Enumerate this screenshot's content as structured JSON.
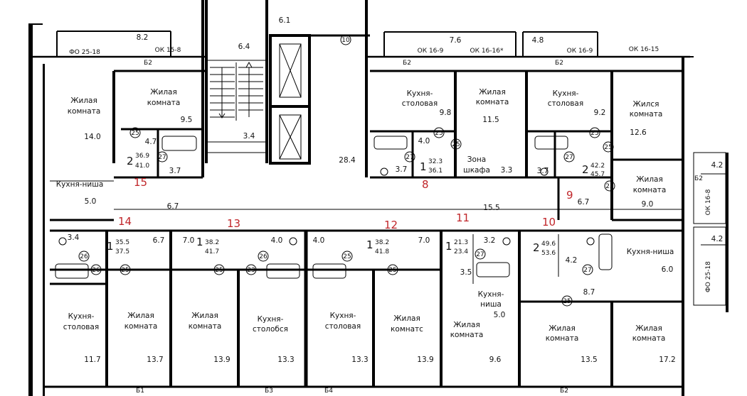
{
  "plan": {
    "room_labels": [
      {
        "id": "r1a",
        "text": "Жилая"
      },
      {
        "id": "r1b",
        "text": "комната"
      },
      {
        "id": "r1c",
        "text": "14.0"
      },
      {
        "id": "r2a",
        "text": "Жилая"
      },
      {
        "id": "r2b",
        "text": "комната"
      },
      {
        "id": "r2c",
        "text": "9.5"
      },
      {
        "id": "r3a",
        "text": "Кухня-ниша"
      },
      {
        "id": "r3b",
        "text": "5.0"
      },
      {
        "id": "r4a",
        "text": "Кухня-"
      },
      {
        "id": "r4b",
        "text": "столовая"
      },
      {
        "id": "r4c",
        "text": "9.8"
      },
      {
        "id": "r5a",
        "text": "Жилая"
      },
      {
        "id": "r5b",
        "text": "комната"
      },
      {
        "id": "r5c",
        "text": "11.5"
      },
      {
        "id": "r6a",
        "text": "Зона"
      },
      {
        "id": "r6b",
        "text": "шкафа"
      },
      {
        "id": "r6c",
        "text": "3.3"
      },
      {
        "id": "r7a",
        "text": "Кухня-"
      },
      {
        "id": "r7b",
        "text": "столовая"
      },
      {
        "id": "r7c",
        "text": "9.2"
      },
      {
        "id": "r8a",
        "text": "Жился"
      },
      {
        "id": "r8b",
        "text": "комната"
      },
      {
        "id": "r8c",
        "text": "12.6"
      },
      {
        "id": "r9a",
        "text": "Жилая"
      },
      {
        "id": "r9b",
        "text": "комната"
      },
      {
        "id": "r9c",
        "text": "9.0"
      },
      {
        "id": "r10a",
        "text": "Кухня-"
      },
      {
        "id": "r10b",
        "text": "столовая"
      },
      {
        "id": "r10c",
        "text": "11.7"
      },
      {
        "id": "r11a",
        "text": "Жилая"
      },
      {
        "id": "r11b",
        "text": "комната"
      },
      {
        "id": "r11c",
        "text": "13.7"
      },
      {
        "id": "r12a",
        "text": "Жилая"
      },
      {
        "id": "r12b",
        "text": "комната"
      },
      {
        "id": "r12c",
        "text": "13.9"
      },
      {
        "id": "r13a",
        "text": "Кухня-"
      },
      {
        "id": "r13b",
        "text": "столобся"
      },
      {
        "id": "r13c",
        "text": "13.3"
      },
      {
        "id": "r14a",
        "text": "Кухня-"
      },
      {
        "id": "r14b",
        "text": "столовая"
      },
      {
        "id": "r14c",
        "text": "13.3"
      },
      {
        "id": "r15a",
        "text": "Жилая"
      },
      {
        "id": "r15b",
        "text": "комнатс"
      },
      {
        "id": "r15c",
        "text": "13.9"
      },
      {
        "id": "r16a",
        "text": "Жилая"
      },
      {
        "id": "r16b",
        "text": "комната"
      },
      {
        "id": "r16c",
        "text": "9.6"
      },
      {
        "id": "r17a",
        "text": "Кухня-"
      },
      {
        "id": "r17b",
        "text": "ниша"
      },
      {
        "id": "r17c",
        "text": "5.0"
      },
      {
        "id": "r18a",
        "text": "Жилая"
      },
      {
        "id": "r18b",
        "text": "комната"
      },
      {
        "id": "r18c",
        "text": "13.5"
      },
      {
        "id": "r19a",
        "text": "Жилая"
      },
      {
        "id": "r19b",
        "text": "комната"
      },
      {
        "id": "r19c",
        "text": "17.2"
      },
      {
        "id": "r20a",
        "text": "Кухня-ниша"
      },
      {
        "id": "r20b",
        "text": "6.0"
      }
    ],
    "area_numbers": [
      "8.2",
      "6.1",
      "6.4",
      "3.4",
      "28.4",
      "4.7",
      "3.7",
      "6.7",
      "15.5",
      "7.6",
      "4.8",
      "4.0",
      "3.7",
      "3.7",
      "6.7",
      "4.2",
      "4.2",
      "3.4",
      "6.7",
      "7.0",
      "4.0",
      "4.0",
      "7.0",
      "3.2",
      "3.5",
      "4.2",
      "8.7"
    ],
    "apartments": [
      {
        "rooms": "2",
        "area_top": "36.9",
        "area_bottom": "41.0"
      },
      {
        "rooms": "1",
        "area_top": "32.3",
        "area_bottom": "36.1"
      },
      {
        "rooms": "2",
        "area_top": "42.2",
        "area_bottom": "45.7"
      },
      {
        "rooms": "1",
        "area_top": "35.5",
        "area_bottom": "37.5"
      },
      {
        "rooms": "1",
        "area_top": "38.2",
        "area_bottom": "41.7"
      },
      {
        "rooms": "1",
        "area_top": "38.2",
        "area_bottom": "41.8"
      },
      {
        "rooms": "1",
        "area_top": "21.3",
        "area_bottom": "23.4"
      },
      {
        "rooms": "2",
        "area_top": "49.6",
        "area_bottom": "53.6"
      }
    ],
    "entry_numbers": [
      "15",
      "8",
      "9",
      "14",
      "13",
      "12",
      "11",
      "10"
    ],
    "window_marks": [
      "ФО 25-18",
      "ОК 15-8",
      "Б2",
      "ОК 16-9",
      "7.6",
      "ОК 16-16*",
      "Б2",
      "ОК 16-9",
      "ОК 16-15",
      "Б2",
      "ОК 16-8",
      "ФО 25-18",
      "Б1",
      "Б3",
      "Б4",
      "Б2"
    ],
    "door_marks": [
      "25",
      "27",
      "25",
      "25",
      "27",
      "25",
      "27",
      "25",
      "25",
      "26",
      "26",
      "25",
      "25",
      "23",
      "26",
      "25",
      "25",
      "27",
      "27",
      "25",
      "10"
    ]
  }
}
